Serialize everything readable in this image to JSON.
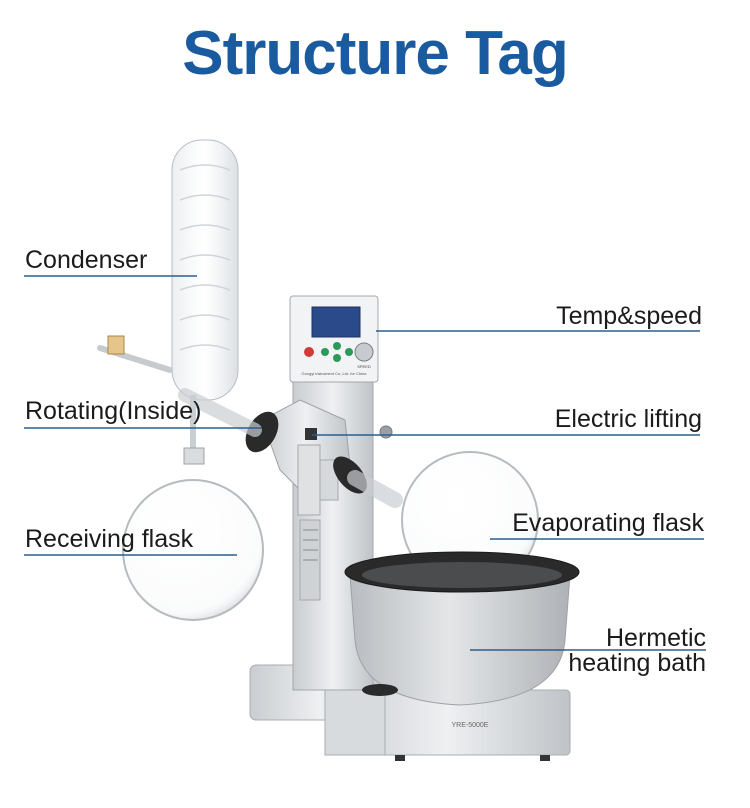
{
  "title": "Structure Tag",
  "labels": {
    "condenser": "Condenser",
    "rotating": "Rotating(Inside)",
    "receiving_flask": "Receiving flask",
    "temp_speed": "Temp&speed",
    "electric_lifting": "Electric lifting",
    "evaporating_flask": "Evaporating flask",
    "hermetic_line1": "Hermetic",
    "hermetic_line2": "heating bath"
  },
  "device": {
    "model_plate": "YRE-5000E",
    "panel_caption": "Gongyi instrument Co.,Ltd. for China",
    "knob_caption": "SPEED"
  },
  "colors": {
    "title": "#1a5a9e",
    "leader_line": "#2b5f8f",
    "device_body": "#e3e5e7",
    "bath_liner": "#2a2a2a",
    "display_screen": "#2b4a8a"
  }
}
